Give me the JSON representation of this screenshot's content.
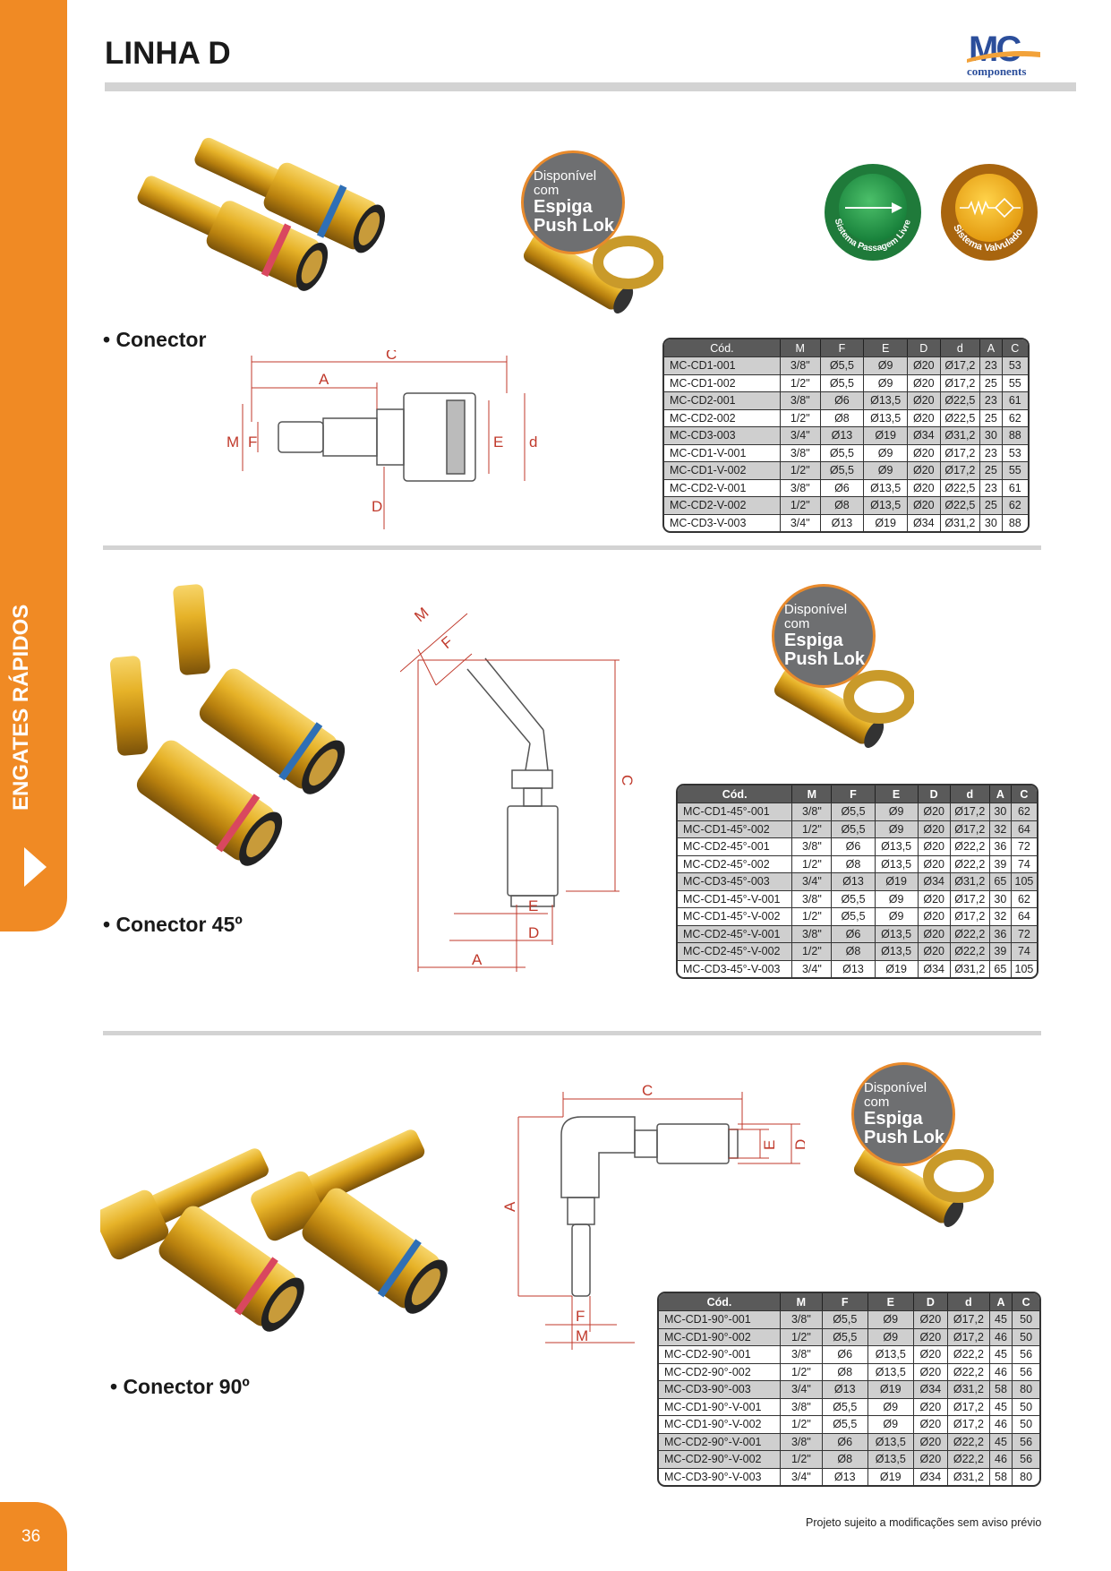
{
  "page": {
    "title": "LINHA D",
    "number": "36",
    "sidebar_label": "ENGATES RÁPIDOS",
    "footer_note": "Projeto sujeito a modificações sem aviso prévio"
  },
  "logo": {
    "text_mc": "MC",
    "text_sub": "components",
    "colors": {
      "blue": "#2b4e9b",
      "orange": "#f2a23a"
    }
  },
  "badges": [
    {
      "label": "Sistema Passagem Livre",
      "color": "#1f7a3a",
      "icon": "arrow-right-icon"
    },
    {
      "label": "Sistema Valvulado",
      "color": "#a8650f",
      "icon": "valve-icon"
    }
  ],
  "pushlok": {
    "line1": "Disponível",
    "line2": "com",
    "line3": "Espiga",
    "line4": "Push Lok"
  },
  "colors": {
    "accent": "#f08a24",
    "red_ring": "#d9475f",
    "blue_ring": "#2f6fb5",
    "dimension": "#c0392b"
  },
  "columns": [
    "Cód.",
    "M",
    "F",
    "E",
    "D",
    "d",
    "A",
    "C"
  ],
  "sections": [
    {
      "label": "• Conector",
      "dims": {
        "C": "C",
        "A": "A",
        "M": "M",
        "F": "F",
        "D": "D",
        "E": "E",
        "d": "d"
      },
      "rows": [
        {
          "shaded": true,
          "cells": [
            "MC-CD1-001",
            "3/8\"",
            "Ø5,5",
            "Ø9",
            "Ø20",
            "Ø17,2",
            "23",
            "53"
          ]
        },
        {
          "shaded": false,
          "cells": [
            "MC-CD1-002",
            "1/2\"",
            "Ø5,5",
            "Ø9",
            "Ø20",
            "Ø17,2",
            "25",
            "55"
          ]
        },
        {
          "shaded": true,
          "cells": [
            "MC-CD2-001",
            "3/8\"",
            "Ø6",
            "Ø13,5",
            "Ø20",
            "Ø22,5",
            "23",
            "61"
          ]
        },
        {
          "shaded": false,
          "cells": [
            "MC-CD2-002",
            "1/2\"",
            "Ø8",
            "Ø13,5",
            "Ø20",
            "Ø22,5",
            "25",
            "62"
          ]
        },
        {
          "shaded": true,
          "cells": [
            "MC-CD3-003",
            "3/4\"",
            "Ø13",
            "Ø19",
            "Ø34",
            "Ø31,2",
            "30",
            "88"
          ]
        },
        {
          "shaded": false,
          "cells": [
            "MC-CD1-V-001",
            "3/8\"",
            "Ø5,5",
            "Ø9",
            "Ø20",
            "Ø17,2",
            "23",
            "53"
          ]
        },
        {
          "shaded": true,
          "cells": [
            "MC-CD1-V-002",
            "1/2\"",
            "Ø5,5",
            "Ø9",
            "Ø20",
            "Ø17,2",
            "25",
            "55"
          ]
        },
        {
          "shaded": false,
          "cells": [
            "MC-CD2-V-001",
            "3/8\"",
            "Ø6",
            "Ø13,5",
            "Ø20",
            "Ø22,5",
            "23",
            "61"
          ]
        },
        {
          "shaded": true,
          "cells": [
            "MC-CD2-V-002",
            "1/2\"",
            "Ø8",
            "Ø13,5",
            "Ø20",
            "Ø22,5",
            "25",
            "62"
          ]
        },
        {
          "shaded": false,
          "cells": [
            "MC-CD3-V-003",
            "3/4\"",
            "Ø13",
            "Ø19",
            "Ø34",
            "Ø31,2",
            "30",
            "88"
          ]
        }
      ]
    },
    {
      "label": "• Conector 45º",
      "dims": {
        "M": "M",
        "F": "F",
        "C": "C",
        "E": "E",
        "D": "D",
        "A": "A"
      },
      "rows": [
        {
          "shaded": true,
          "cells": [
            "MC-CD1-45°-001",
            "3/8\"",
            "Ø5,5",
            "Ø9",
            "Ø20",
            "Ø17,2",
            "30",
            "62"
          ]
        },
        {
          "shaded": true,
          "cells": [
            "MC-CD1-45°-002",
            "1/2\"",
            "Ø5,5",
            "Ø9",
            "Ø20",
            "Ø17,2",
            "32",
            "64"
          ]
        },
        {
          "shaded": false,
          "cells": [
            "MC-CD2-45°-001",
            "3/8\"",
            "Ø6",
            "Ø13,5",
            "Ø20",
            "Ø22,2",
            "36",
            "72"
          ]
        },
        {
          "shaded": false,
          "cells": [
            "MC-CD2-45°-002",
            "1/2\"",
            "Ø8",
            "Ø13,5",
            "Ø20",
            "Ø22,2",
            "39",
            "74"
          ]
        },
        {
          "shaded": true,
          "cells": [
            "MC-CD3-45°-003",
            "3/4\"",
            "Ø13",
            "Ø19",
            "Ø34",
            "Ø31,2",
            "65",
            "105"
          ]
        },
        {
          "shaded": false,
          "cells": [
            "MC-CD1-45°-V-001",
            "3/8\"",
            "Ø5,5",
            "Ø9",
            "Ø20",
            "Ø17,2",
            "30",
            "62"
          ]
        },
        {
          "shaded": false,
          "cells": [
            "MC-CD1-45°-V-002",
            "1/2\"",
            "Ø5,5",
            "Ø9",
            "Ø20",
            "Ø17,2",
            "32",
            "64"
          ]
        },
        {
          "shaded": true,
          "cells": [
            "MC-CD2-45°-V-001",
            "3/8\"",
            "Ø6",
            "Ø13,5",
            "Ø20",
            "Ø22,2",
            "36",
            "72"
          ]
        },
        {
          "shaded": true,
          "cells": [
            "MC-CD2-45°-V-002",
            "1/2\"",
            "Ø8",
            "Ø13,5",
            "Ø20",
            "Ø22,2",
            "39",
            "74"
          ]
        },
        {
          "shaded": false,
          "cells": [
            "MC-CD3-45°-V-003",
            "3/4\"",
            "Ø13",
            "Ø19",
            "Ø34",
            "Ø31,2",
            "65",
            "105"
          ]
        }
      ]
    },
    {
      "label": "• Conector 90º",
      "dims": {
        "C": "C",
        "A": "A",
        "E": "E",
        "D": "D",
        "F": "F",
        "M": "M"
      },
      "rows": [
        {
          "shaded": true,
          "cells": [
            "MC-CD1-90°-001",
            "3/8\"",
            "Ø5,5",
            "Ø9",
            "Ø20",
            "Ø17,2",
            "45",
            "50"
          ]
        },
        {
          "shaded": true,
          "cells": [
            "MC-CD1-90°-002",
            "1/2\"",
            "Ø5,5",
            "Ø9",
            "Ø20",
            "Ø17,2",
            "46",
            "50"
          ]
        },
        {
          "shaded": false,
          "cells": [
            "MC-CD2-90°-001",
            "3/8\"",
            "Ø6",
            "Ø13,5",
            "Ø20",
            "Ø22,2",
            "45",
            "56"
          ]
        },
        {
          "shaded": false,
          "cells": [
            "MC-CD2-90°-002",
            "1/2\"",
            "Ø8",
            "Ø13,5",
            "Ø20",
            "Ø22,2",
            "46",
            "56"
          ]
        },
        {
          "shaded": true,
          "cells": [
            "MC-CD3-90°-003",
            "3/4\"",
            "Ø13",
            "Ø19",
            "Ø34",
            "Ø31,2",
            "58",
            "80"
          ]
        },
        {
          "shaded": false,
          "cells": [
            "MC-CD1-90°-V-001",
            "3/8\"",
            "Ø5,5",
            "Ø9",
            "Ø20",
            "Ø17,2",
            "45",
            "50"
          ]
        },
        {
          "shaded": false,
          "cells": [
            "MC-CD1-90°-V-002",
            "1/2\"",
            "Ø5,5",
            "Ø9",
            "Ø20",
            "Ø17,2",
            "46",
            "50"
          ]
        },
        {
          "shaded": true,
          "cells": [
            "MC-CD2-90°-V-001",
            "3/8\"",
            "Ø6",
            "Ø13,5",
            "Ø20",
            "Ø22,2",
            "45",
            "56"
          ]
        },
        {
          "shaded": true,
          "cells": [
            "MC-CD2-90°-V-002",
            "1/2\"",
            "Ø8",
            "Ø13,5",
            "Ø20",
            "Ø22,2",
            "46",
            "56"
          ]
        },
        {
          "shaded": false,
          "cells": [
            "MC-CD3-90°-V-003",
            "3/4\"",
            "Ø13",
            "Ø19",
            "Ø34",
            "Ø31,2",
            "58",
            "80"
          ]
        }
      ]
    }
  ]
}
